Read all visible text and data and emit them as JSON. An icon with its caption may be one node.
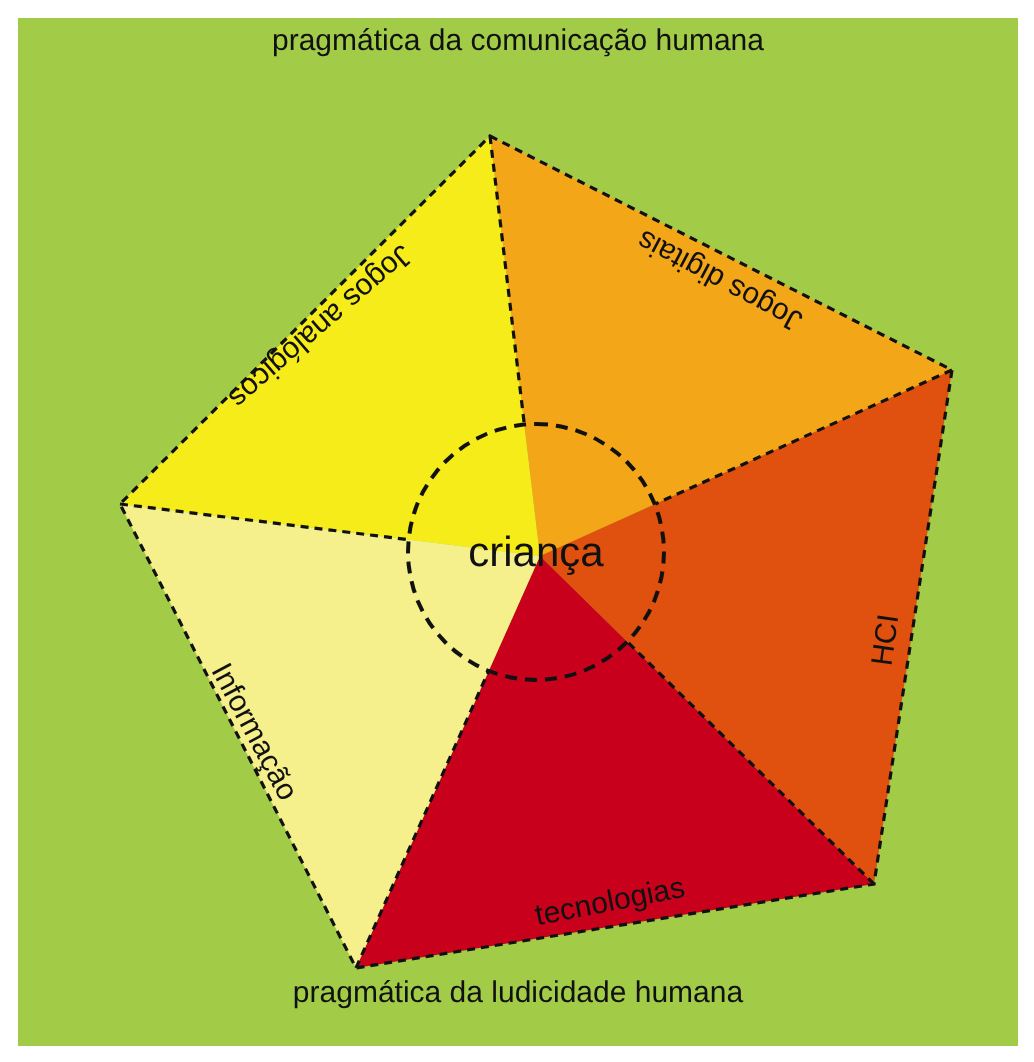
{
  "diagram": {
    "nodes": [
      {
        "text": [
          "Jogos analógicos"
        ]
      },
      {
        "text": [
          "Jogos digitais"
        ]
      },
      {
        "text": [
          "HCI"
        ]
      },
      {
        "text": [
          "tecnologias"
        ]
      },
      {
        "text": [
          "Informação"
        ]
      },
      {
        "text": [
          "criança"
        ]
      }
    ],
    "labels": [
      "pragmática da comunicação humana",
      "pragmática da ludicidade humana"
    ]
  }
}
